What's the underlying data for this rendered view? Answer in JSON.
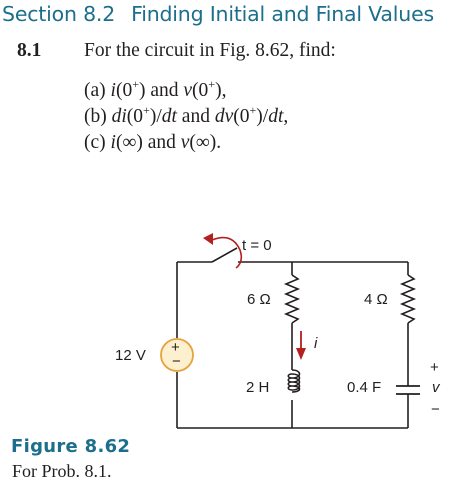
{
  "header": {
    "section": "Section 8.2",
    "title": "Finding Initial and Final Values"
  },
  "problem": {
    "number": "8.1",
    "statement": "For the circuit in Fig. 8.62, find:",
    "parts": {
      "a": "(a) i(0+) and v(0+),",
      "b": "(b) di(0+)/dt and dv(0+)/dt,",
      "c": "(c) i(∞) and v(∞)."
    }
  },
  "circuit": {
    "switch_label": "t = 0",
    "source_label": "12 V",
    "source_plus": "+",
    "source_minus": "−",
    "r1_label": "6 Ω",
    "r2_label": "4 Ω",
    "inductor_label": "2 H",
    "capacitor_label": "0.4 F",
    "current_label": "i",
    "voltage_label": "v",
    "voltage_plus": "+",
    "voltage_minus": "−",
    "accent_color": "#1c6f8c",
    "arrow_color": "#b3201f",
    "source_fill": "#fdf0cf",
    "source_stroke": "#e6a23c"
  },
  "figure": {
    "label": "Figure 8.62",
    "caption": "For Prob. 8.1."
  }
}
